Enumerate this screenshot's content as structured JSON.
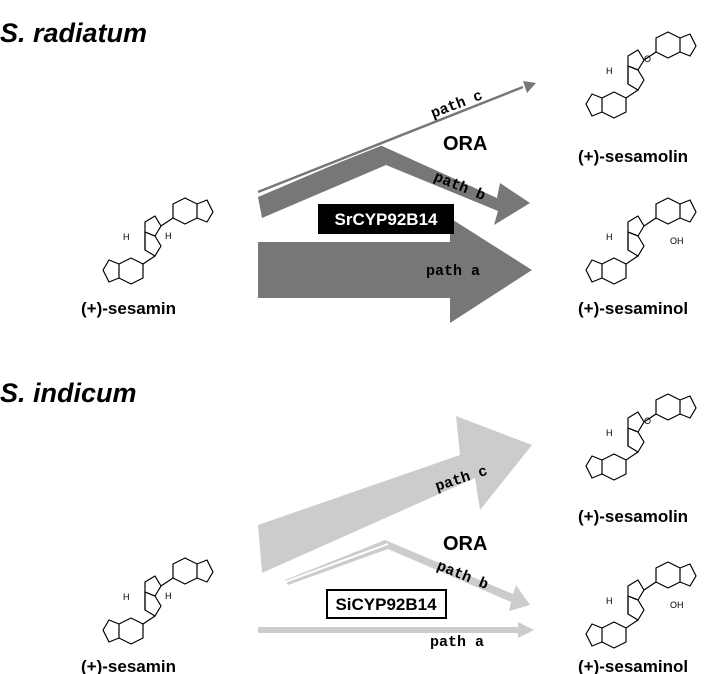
{
  "panels": [
    {
      "species": "S. radiatum",
      "enzyme": "SrCYP92B14",
      "ora_label": "ORA",
      "substrate": "(+)-sesamin",
      "products": [
        "(+)-sesamolin",
        "(+)-sesaminol"
      ],
      "paths": [
        "path c",
        "path b",
        "path a"
      ],
      "arrow_color": "#777777"
    },
    {
      "species": "S. indicum",
      "enzyme": "SiCYP92B14",
      "ora_label": "ORA",
      "substrate": "(+)-sesamin",
      "products": [
        "(+)-sesamolin",
        "(+)-sesaminol"
      ],
      "paths": [
        "path c",
        "path b",
        "path a"
      ],
      "arrow_color": "#cccccc"
    }
  ],
  "atom_labels": {
    "hydrogen": "H",
    "oxygen": "O",
    "hydroxyl": "OH"
  }
}
